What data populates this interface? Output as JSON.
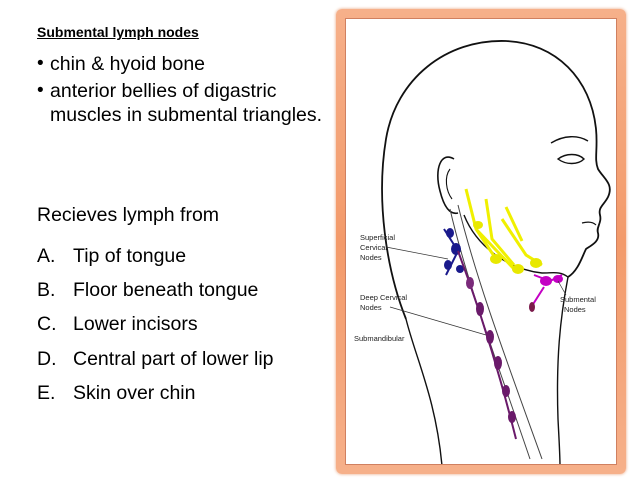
{
  "heading": "Submental lymph nodes",
  "bullets": [
    "chin & hyoid bone",
    "anterior bellies of digastric muscles in submental triangles."
  ],
  "receives_heading": "Recieves lymph from",
  "sources": [
    {
      "letter": "A.",
      "text": "Tip of tongue"
    },
    {
      "letter": "B.",
      "text": "Floor beneath tongue"
    },
    {
      "letter": "C.",
      "text": "Lower incisors"
    },
    {
      "letter": "D.",
      "text": "Central part of lower lip"
    },
    {
      "letter": "E.",
      "text": "Skin over chin"
    }
  ],
  "illustration": {
    "labels": {
      "superficial_1": "Superficial",
      "superficial_2": "Cervical",
      "superficial_3": "Nodes",
      "deep_1": "Deep Cervical",
      "deep_2": "Nodes",
      "submandibular": "Submandibular",
      "submental_1": "Submental",
      "submental_2": "Nodes"
    },
    "colors": {
      "frame": "#f39a6a",
      "superficial": "#1a1a8c",
      "submandibular": "#f0f000",
      "submental": "#c400c4",
      "deep": "#6a1a6a"
    }
  }
}
